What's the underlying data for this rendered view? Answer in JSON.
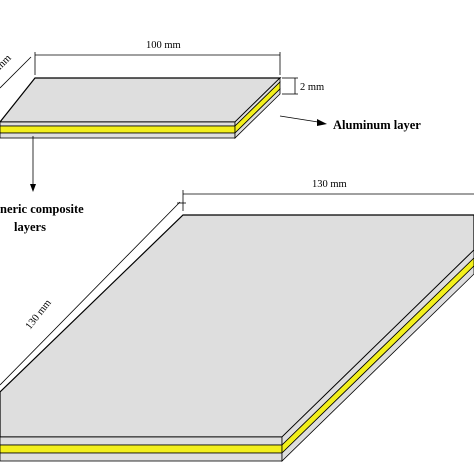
{
  "labels": {
    "small_width": "100 mm",
    "small_depth": "mm",
    "small_thickness": "2 mm",
    "aluminum": "Aluminum layer",
    "composite_line1": "neric composite",
    "composite_line2": "layers",
    "large_width": "130 mm",
    "large_depth": "130 mm"
  },
  "colors": {
    "aluminum_face": "#dedede",
    "composite_core": "#f2ef1c",
    "outline": "#000000"
  }
}
